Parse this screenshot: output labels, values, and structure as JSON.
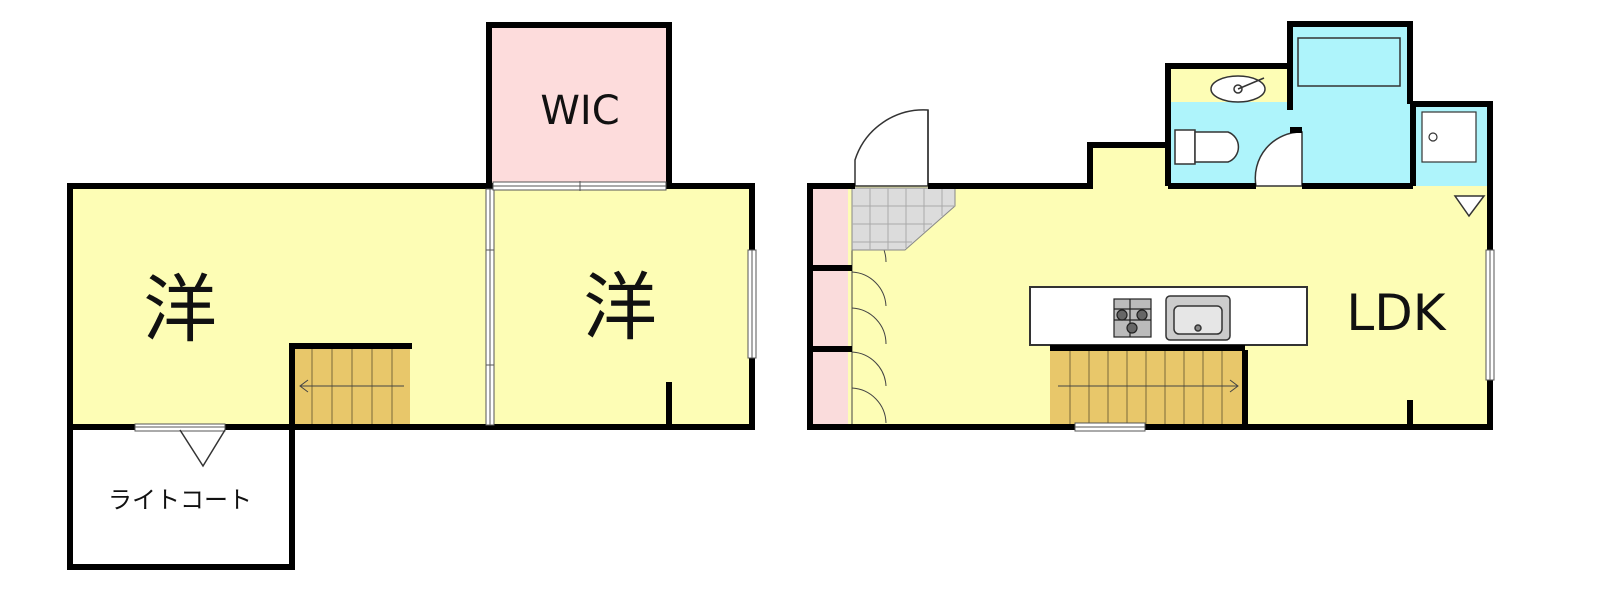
{
  "rooms": {
    "wic": "WIC",
    "western_room_left": "洋",
    "western_room_right": "洋",
    "light_court": "ライトコート",
    "ldk": "LDK"
  },
  "colors": {
    "room_fill": "#fdfdb5",
    "wic_fill": "#fddcdc",
    "closet_fill": "#fadcdc",
    "wet_area_fill": "#aef4fb",
    "stairs_fill": "#e8c76a",
    "wall": "#000000"
  }
}
